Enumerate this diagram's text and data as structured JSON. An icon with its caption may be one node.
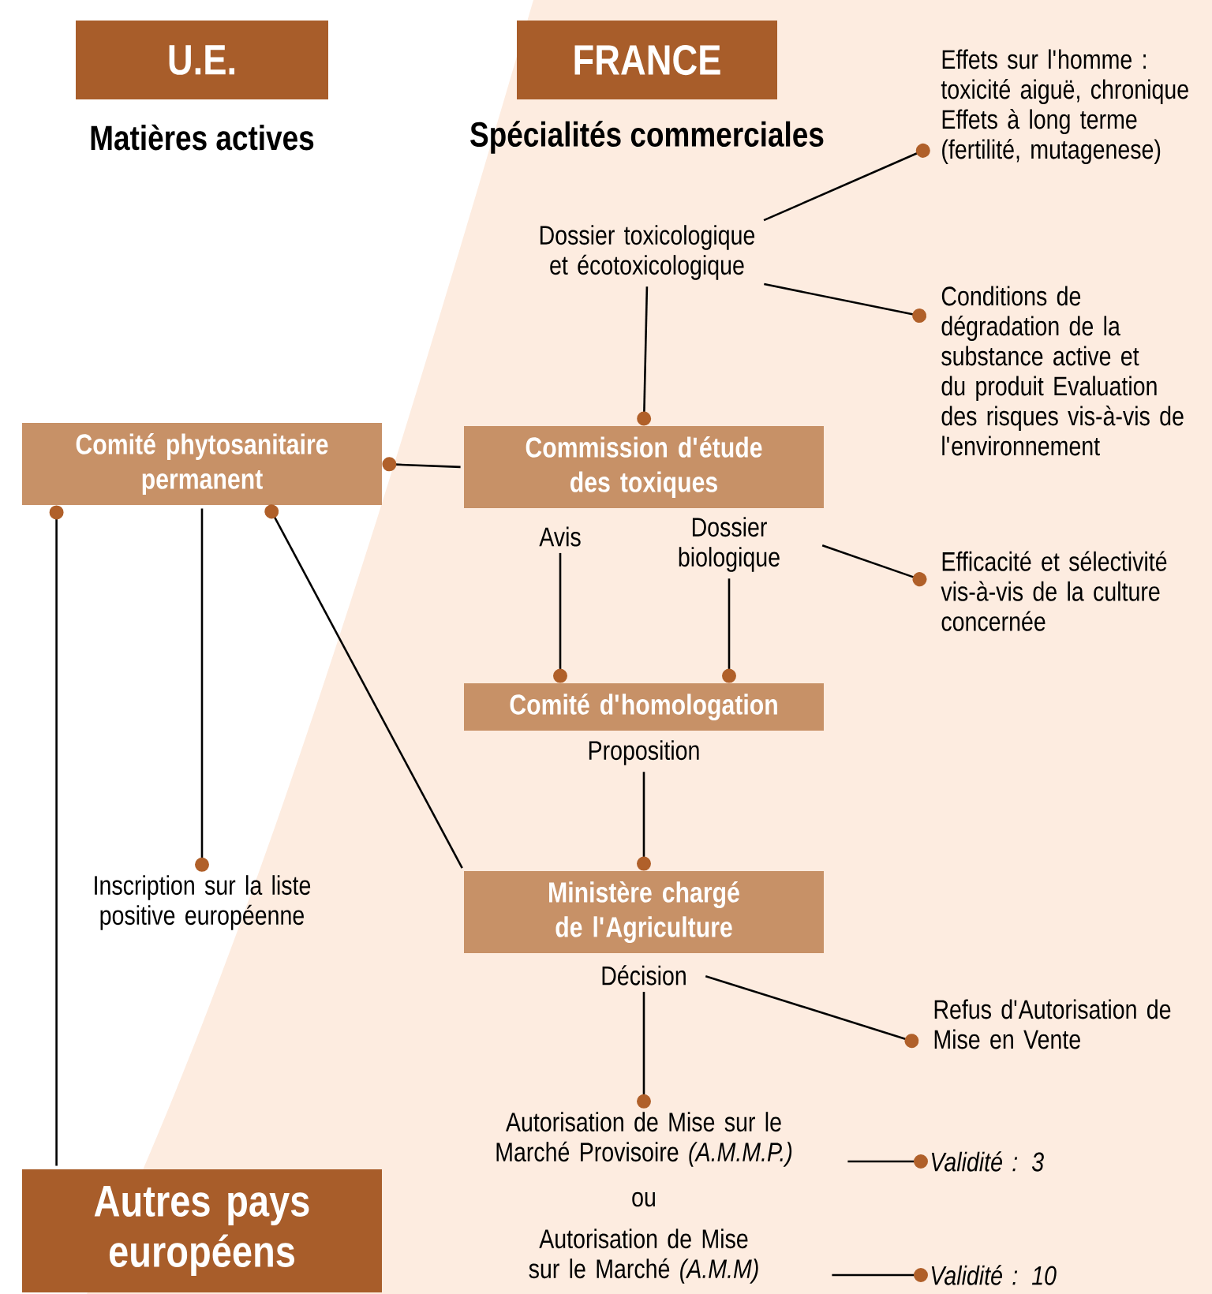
{
  "diagram": {
    "nodes": [
      {
        "text": [
          "U.E.",
          "Matières actives"
        ]
      },
      {
        "text": [
          "FRANCE",
          "Spécialités commerciales"
        ]
      },
      {
        "text": [
          "Dossier toxicologique et écotoxicologique"
        ]
      },
      {
        "text": [
          "Effets sur l'homme : toxicité aiguë, chronique Effets à long terme (fertilité, mutagenese)"
        ]
      },
      {
        "text": [
          "Conditions de dégradation de la substance active et du produit Evaluation des risques vis-à-vis de l'environnement"
        ]
      },
      {
        "text": [
          "Comité phytosanitaire permanent"
        ]
      },
      {
        "text": [
          "Commission d'étude des toxiques"
        ]
      },
      {
        "text": [
          "Avis"
        ]
      },
      {
        "text": [
          "Dossier biologique"
        ]
      },
      {
        "text": [
          "Efficacité et sélectivité vis-à-vis de la culture concernée"
        ]
      },
      {
        "text": [
          "Comité d'homologation"
        ]
      },
      {
        "text": [
          "Proposition"
        ]
      },
      {
        "text": [
          "Ministère chargé de l'Agriculture"
        ]
      },
      {
        "text": [
          "Décision"
        ]
      },
      {
        "text": [
          "Refus d'Autorisation de Mise en Vente"
        ]
      },
      {
        "text": [
          "Inscription sur la liste positive européenne"
        ]
      },
      {
        "text": [
          "Autorisation de Mise sur le Marché Provisoire *(A.M.M.P.)*"
        ]
      },
      {
        "text": [
          "Autorisation de Mise sur le Marché *(A.M.M)*"
        ]
      },
      {
        "text": [
          "Validité : 3"
        ]
      },
      {
        "text": [
          "Validité : 10"
        ]
      },
      {
        "text": [
          "Autres pays européens"
        ]
      }
    ],
    "edges": [
      {
        "from": 2,
        "to": 3,
        "arrow": "other"
      },
      {
        "from": 2,
        "to": 4,
        "arrow": "other"
      },
      {
        "from": 2,
        "to": 6,
        "arrow": "other"
      },
      {
        "from": 6,
        "to": 5,
        "arrow": "other"
      },
      {
        "from": 7,
        "to": 10,
        "arrow": "other"
      },
      {
        "from": 8,
        "to": 10,
        "arrow": "other"
      },
      {
        "from": 8,
        "to": 9,
        "arrow": "other"
      },
      {
        "from": 11,
        "to": 12,
        "arrow": "other"
      },
      {
        "from": 13,
        "to": 14,
        "arrow": "other"
      },
      {
        "from": 13,
        "to": 16,
        "arrow": "other"
      },
      {
        "from": 16,
        "to": 18,
        "arrow": "other"
      },
      {
        "from": 17,
        "to": 19,
        "arrow": "other"
      },
      {
        "from": 5,
        "to": 15,
        "arrow": "other"
      },
      {
        "from": 12,
        "to": 5,
        "arrow": "other"
      },
      {
        "from": 20,
        "to": 5,
        "arrow": "other"
      }
    ],
    "labels": [
      "ou"
    ]
  }
}
